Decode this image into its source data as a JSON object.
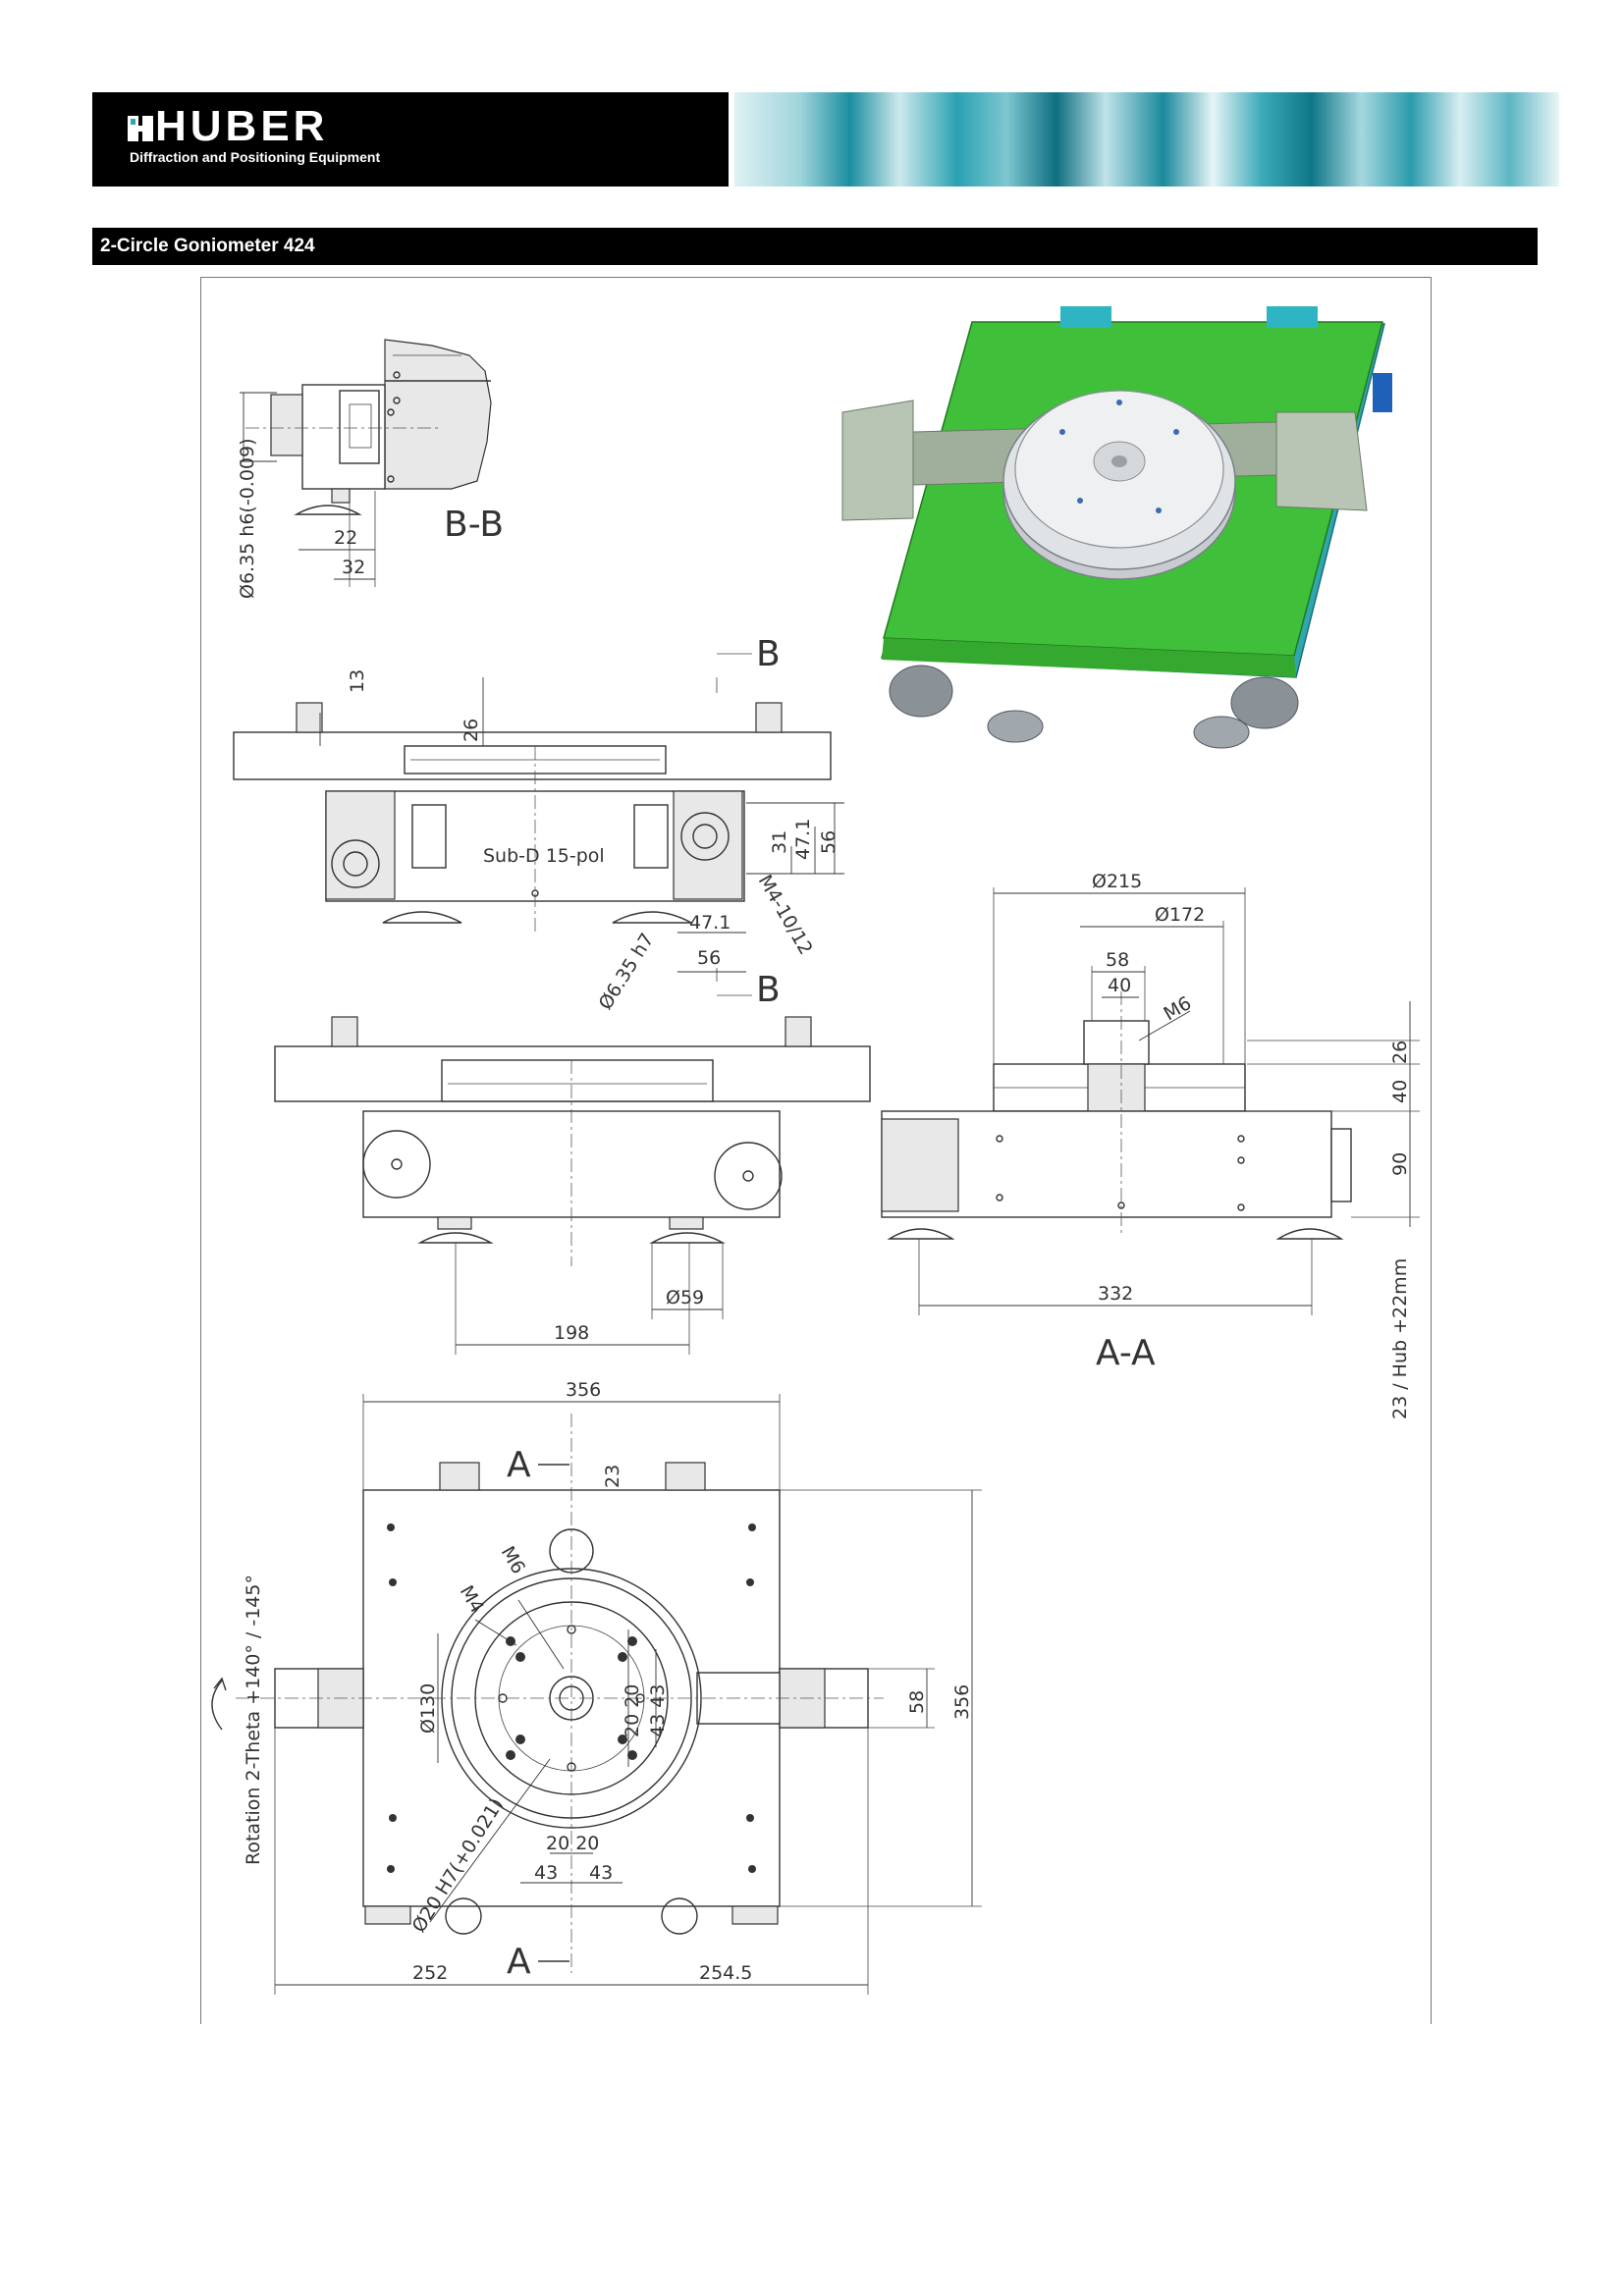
{
  "header": {
    "brand": "HUBER",
    "tagline": "Diffraction and Positioning Equipment"
  },
  "title": "2-Circle Goniometer 424",
  "drawing": {
    "section_bb": "B-B",
    "section_aa": "A-A",
    "marker_b": "B",
    "marker_a": "A",
    "dim_shaft_bb": "Ø6.35 h6(-0.009)",
    "dim_22": "22",
    "dim_32": "32",
    "dim_13": "13",
    "dim_26_top": "26",
    "label_subd": "Sub-D 15-pol",
    "dim_31": "31",
    "dim_47_1_v": "47.1",
    "dim_56_v": "56",
    "label_m4_thread": "M4-10/12",
    "dim_47_1_h": "47.1",
    "dim_56_h": "56",
    "dim_shaft_h7": "Ø6.35 h7",
    "dim_215": "Ø215",
    "dim_172": "Ø172",
    "dim_58_top": "58",
    "dim_40_top": "40",
    "label_m6_side": "M6",
    "dim_26_side": "26",
    "dim_40_side": "40",
    "dim_90": "90",
    "dim_hub": "23 / Hub +22mm",
    "dim_59": "Ø59",
    "dim_198": "198",
    "dim_332": "332",
    "dim_356_top": "356",
    "dim_23": "23",
    "label_m6_plan": "M6",
    "label_m4_plan": "M4",
    "dim_130": "Ø130",
    "dim_2020_v": "20 20",
    "dim_43_43_v": "43 43",
    "dim_58_side": "58",
    "dim_356_side": "356",
    "dim_2020_h": "20 20",
    "dim_43_l": "43",
    "dim_43_r": "43",
    "dim_20_h7": "Ø20 H7(+0.021)",
    "rotation": "Rotation 2-Theta +140° / -145°",
    "dim_252": "252",
    "dim_254_5": "254.5"
  },
  "colors": {
    "frame_black": "#000000",
    "render_green": "#3fbf3a",
    "render_teal": "#2fa6b0",
    "banner_teal": "#1b8ea0"
  }
}
